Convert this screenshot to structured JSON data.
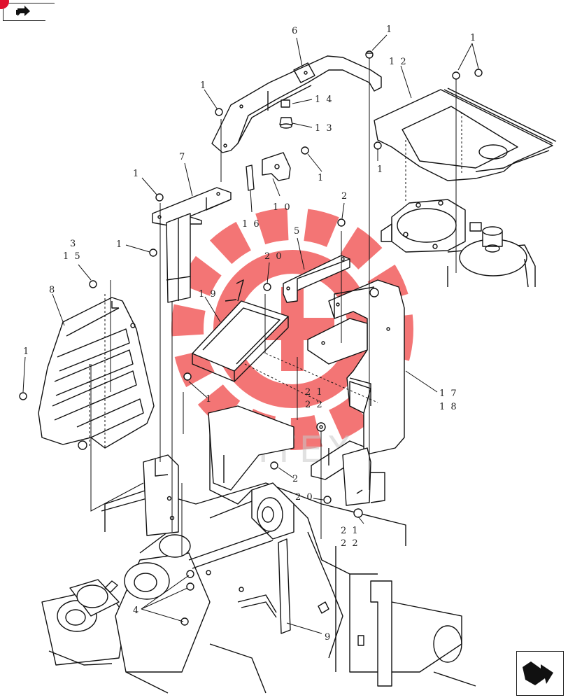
{
  "colors": {
    "line": "#111111",
    "watermark_red": "#f04848",
    "watermark_gray": "#c9c9c9",
    "corner_dot": "#e0102e"
  },
  "icons": {
    "nav_top": "arrow-right-icon",
    "nav_bottom": "arrow-down-right-icon"
  },
  "watermark": {
    "text": "ИНТЕХ"
  },
  "callouts": [
    {
      "id": "c6",
      "text": "6"
    },
    {
      "id": "c1a",
      "text": "1"
    },
    {
      "id": "c1b",
      "text": "1"
    },
    {
      "id": "c12",
      "text": "1 2"
    },
    {
      "id": "c14",
      "text": "1 4"
    },
    {
      "id": "c13",
      "text": "1 3"
    },
    {
      "id": "c1c",
      "text": "1"
    },
    {
      "id": "c7",
      "text": "7"
    },
    {
      "id": "c1d",
      "text": "1"
    },
    {
      "id": "c1e",
      "text": "1"
    },
    {
      "id": "c1f",
      "text": "1"
    },
    {
      "id": "c10",
      "text": "1 0"
    },
    {
      "id": "c16",
      "text": "1 6"
    },
    {
      "id": "c2a",
      "text": "2"
    },
    {
      "id": "c3",
      "text": "3"
    },
    {
      "id": "c15",
      "text": "1 5"
    },
    {
      "id": "c1g",
      "text": "1"
    },
    {
      "id": "c5",
      "text": "5"
    },
    {
      "id": "c20a",
      "text": "2 0"
    },
    {
      "id": "c8",
      "text": "8"
    },
    {
      "id": "c19",
      "text": "1 9"
    },
    {
      "id": "c1h",
      "text": "1"
    },
    {
      "id": "c1i",
      "text": "1"
    },
    {
      "id": "c17",
      "text": "1 7"
    },
    {
      "id": "c18",
      "text": "1 8"
    },
    {
      "id": "c21a",
      "text": "2 1"
    },
    {
      "id": "c22a",
      "text": "2 2"
    },
    {
      "id": "c2b",
      "text": "2"
    },
    {
      "id": "c20b",
      "text": "2 0"
    },
    {
      "id": "c21b",
      "text": "2 1"
    },
    {
      "id": "c22b",
      "text": "2 2"
    },
    {
      "id": "c4",
      "text": "4"
    },
    {
      "id": "c9",
      "text": "9"
    }
  ]
}
